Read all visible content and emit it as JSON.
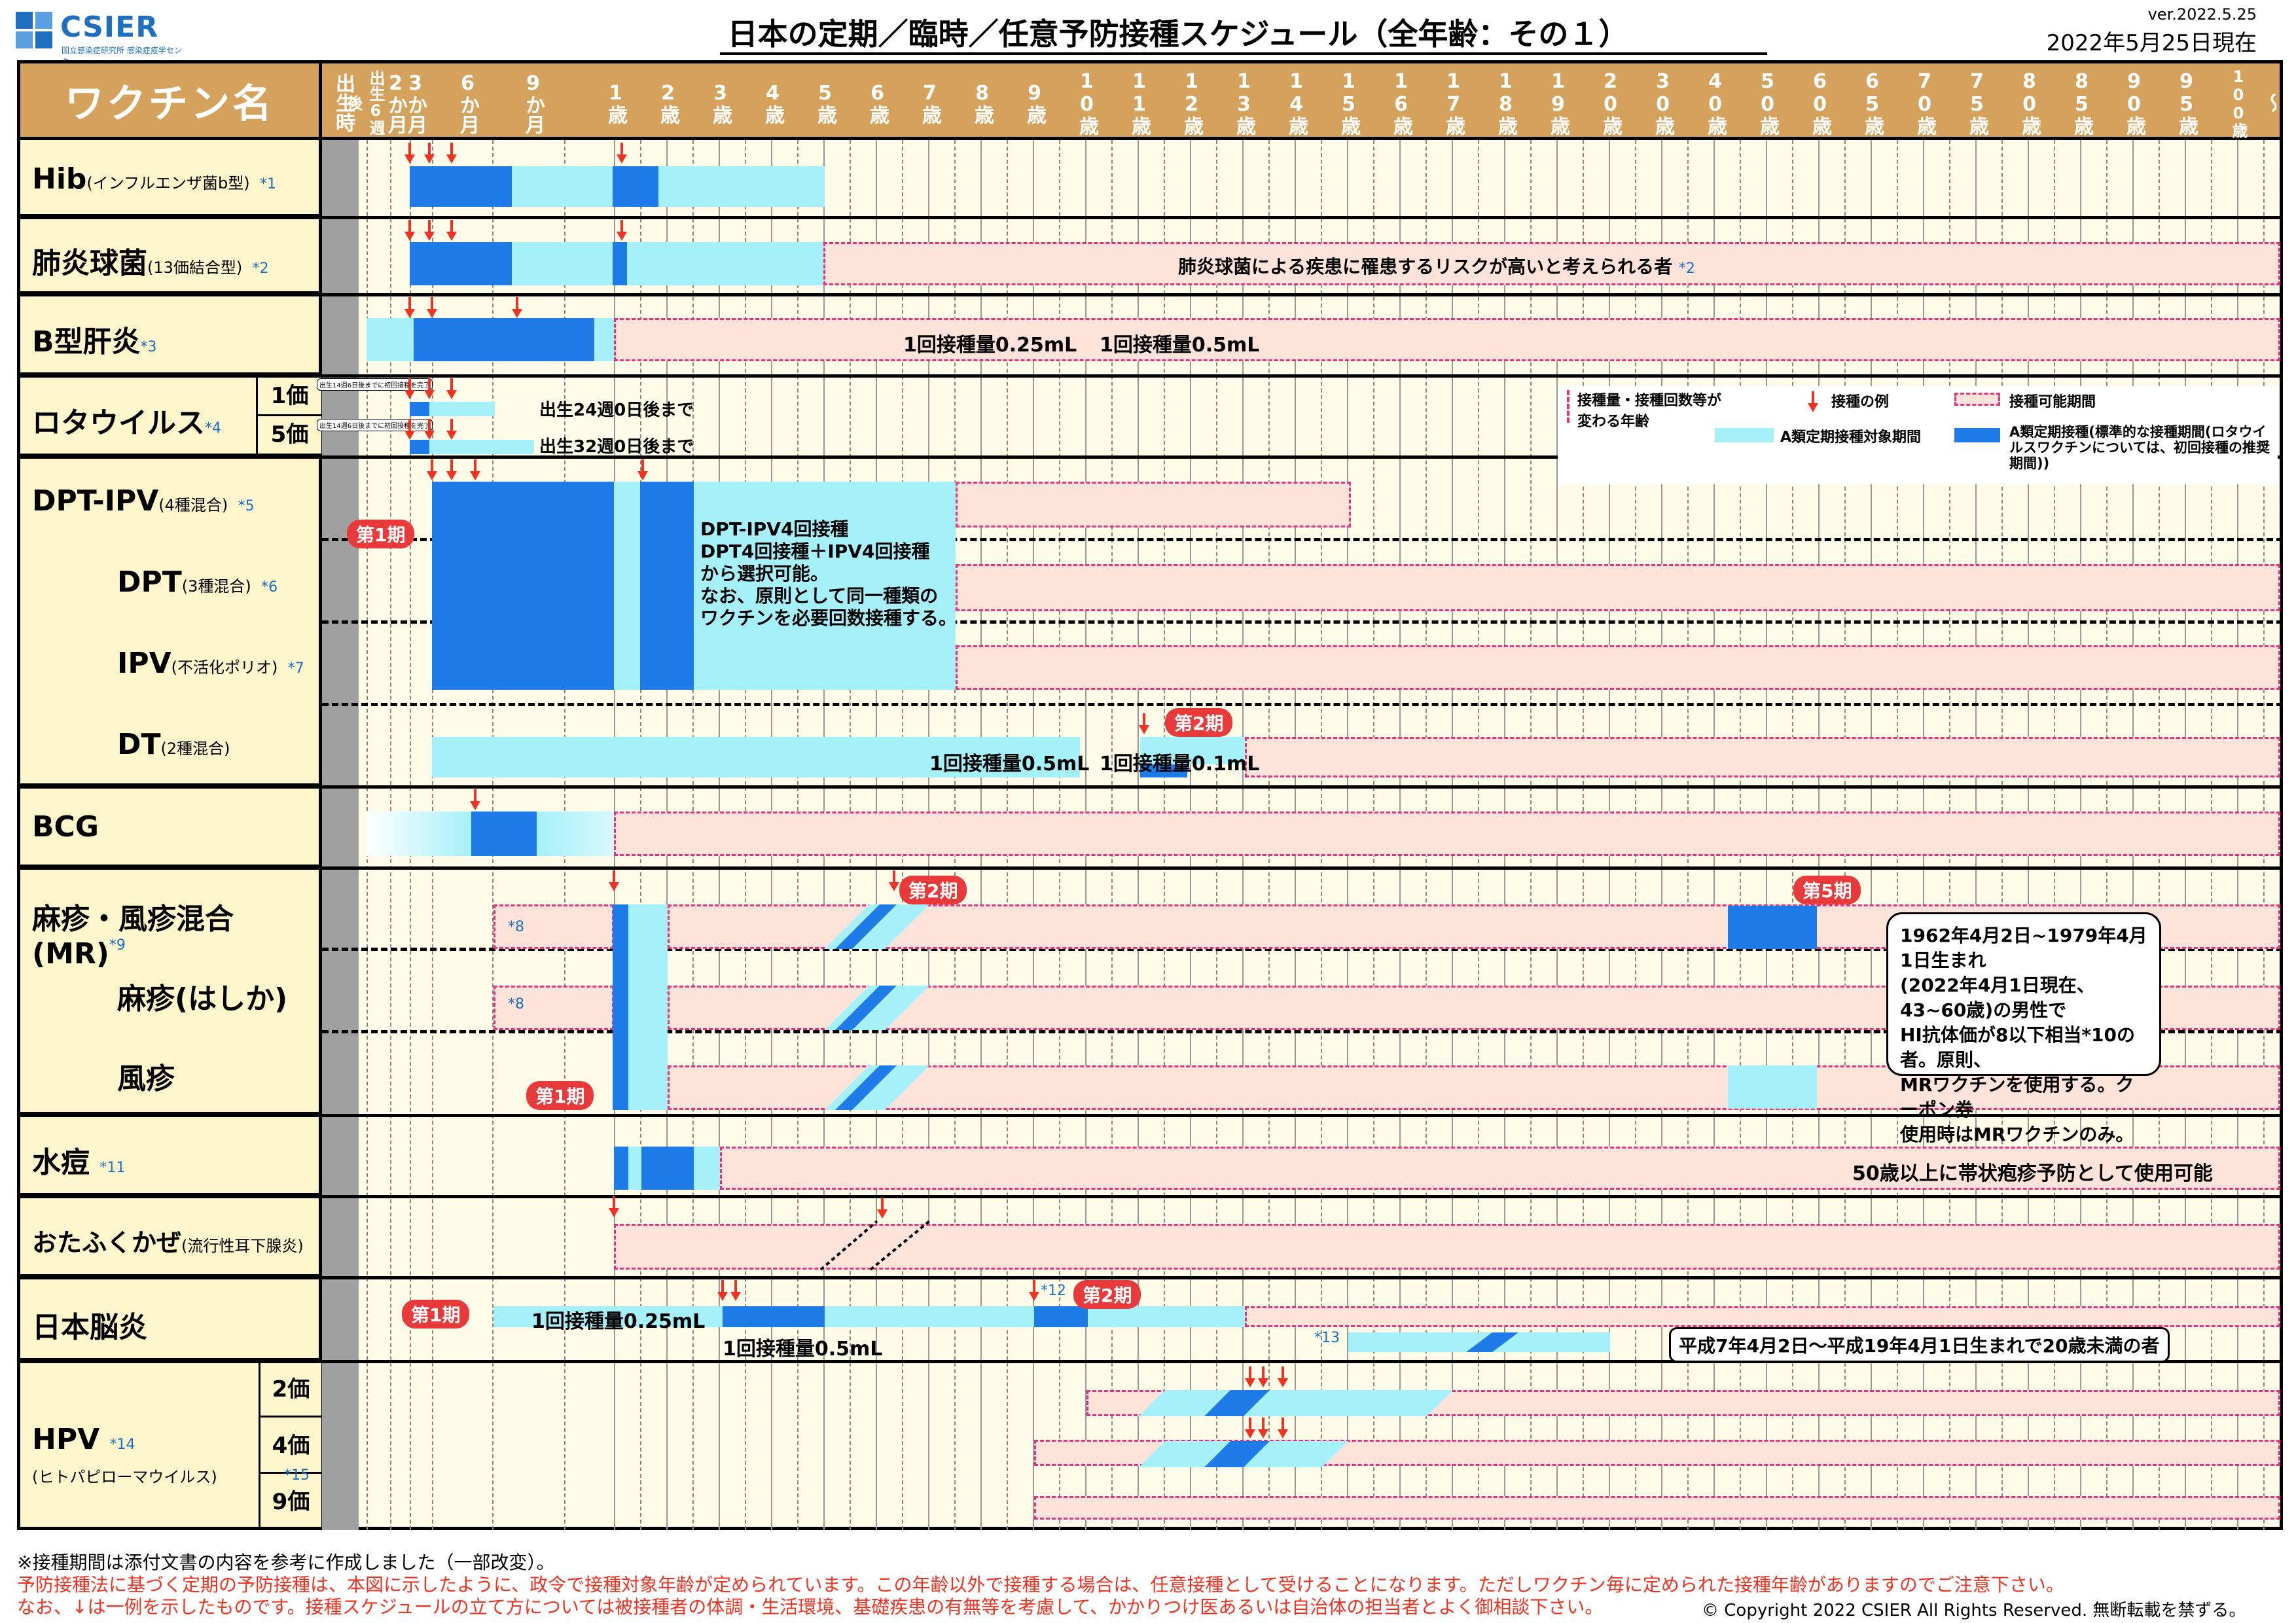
{
  "header": {
    "logo_text": "CSIER",
    "logo_sub": "国立感染症研究所 感染症疫学センター",
    "title": "日本の定期／臨時／任意予防接種スケジュール（全年齢：その１）",
    "version": "ver.2022.5.25",
    "as_of": "2022年5月25日現在"
  },
  "columns": {
    "name_header": "ワクチン名",
    "ages": [
      "出生時",
      "出生6週後",
      "2か月",
      "3か月",
      "6か月",
      "9か月",
      "1歳",
      "2歳",
      "3歳",
      "4歳",
      "5歳",
      "6歳",
      "7歳",
      "8歳",
      "9歳",
      "10歳",
      "11歳",
      "12歳",
      "13歳",
      "14歳",
      "15歳",
      "16歳",
      "17歳",
      "18歳",
      "19歳",
      "20歳",
      "30歳",
      "40歳",
      "50歳",
      "60歳",
      "65歳",
      "70歳",
      "75歳",
      "80歳",
      "85歳",
      "90歳",
      "95歳",
      "100歳",
      "〜"
    ]
  },
  "rows": {
    "hib": {
      "name": "Hib",
      "sub": "(インフルエンザ菌b型)",
      "note": "*1"
    },
    "pcv": {
      "name": "肺炎球菌",
      "sub": "(13価結合型)",
      "note": "*2",
      "bar_text": "肺炎球菌による疾患に罹患するリスクが高いと考えられる者",
      "bar_note": "*2"
    },
    "hepb": {
      "name": "B型肝炎",
      "note": "*3",
      "dose1": "1回接種量0.25mL",
      "dose2": "1回接種量0.5mL"
    },
    "rota": {
      "name": "ロタウイルス",
      "note": "*4",
      "v1": "1価",
      "v5": "5価",
      "end1": "出生24週0日後まで",
      "end5": "出生32週0日後まで",
      "mini": "出生14週6日後までに初回接種を完了"
    },
    "dptipv": {
      "name": "DPT-IPV",
      "sub": "(4種混合)",
      "note": "*5",
      "phase": "第1期",
      "text": [
        "DPT-IPV4回接種",
        "DPT4回接種＋IPV4回接種",
        "から選択可能。",
        "なお、原則として同一種類の",
        "ワクチンを必要回数接種する。"
      ]
    },
    "dpt": {
      "name": "DPT",
      "sub": "(3種混合)",
      "note": "*6"
    },
    "ipv": {
      "name": "IPV",
      "sub": "(不活化ポリオ)",
      "note": "*7"
    },
    "dt": {
      "name": "DT",
      "sub": "(2種混合)",
      "phase": "第2期",
      "dose1": "1回接種量0.5mL",
      "dose2": "1回接種量0.1mL"
    },
    "bcg": {
      "name": "BCG"
    },
    "mr": {
      "name": "麻疹・風疹混合(MR)",
      "note": "*9",
      "note8": "*8",
      "phase1": "第1期",
      "phase2": "第2期",
      "phase5": "第5期"
    },
    "measles": {
      "name": "麻疹(はしか)",
      "note8": "*8"
    },
    "rubella": {
      "name": "風疹"
    },
    "varicella": {
      "name": "水痘",
      "note": "*11",
      "text": "50歳以上に帯状疱疹予防として使用可能"
    },
    "mumps": {
      "name": "おたふくかぜ",
      "sub": "(流行性耳下腺炎)"
    },
    "je": {
      "name": "日本脳炎",
      "phase1": "第1期",
      "phase2": "第2期",
      "dose1": "1回接種量0.25mL",
      "dose2": "1回接種量0.5mL",
      "note12": "*12",
      "note13": "*13",
      "special": "平成7年4月2日〜平成19年4月1日生まれで20歳未満の者"
    },
    "hpv": {
      "name": "HPV",
      "sub": "(ヒトパピローマウイルス)",
      "note": "*14",
      "v2": "2価",
      "v4": "4価",
      "v9": "9価",
      "note15": "*15"
    }
  },
  "callout": [
    "1962年4月2日~1979年4月1日生まれ",
    "(2022年4月1日現在、43~60歳)の男性で",
    "HI抗体価が8以下相当*10の者。原則、",
    "MRワクチンを使用する。クーポン券",
    "使用時はMRワクチンのみ。"
  ],
  "legend": {
    "changes": "接種量・接種回数等が変わる年齢",
    "example": "接種の例",
    "possible": "接種可能期間",
    "target": "A類定期接種対象期間",
    "standard": "A類定期接種(標準的な接種期間(ロタウイルスワクチンについては、初回接種の推奨期間))"
  },
  "footer": {
    "line1": "※接種期間は添付文書の内容を参考に作成しました（一部改変）。",
    "line2": "予防接種法に基づく定期の予防接種は、本図に示したように、政令で接種対象年齢が定められています。この年齢以外で接種する場合は、任意接種として受けることになります。ただしワクチン毎に定められた接種年齢がありますのでご注意下さい。",
    "line3": "なお、↓は一例を示したものです。接種スケジュールの立て方については被接種者の体調・生活環境、基礎疾患の有無等を考慮して、かかりつけ医あるいは自治体の担当者とよく御相談下さい。",
    "copyright": "©  Copyright 2022 CSIER All Rights Reserved.  無断転載を禁ずる。"
  },
  "colors": {
    "standard": "#1f7be8",
    "target": "#a6f0fa",
    "possible": "#fde3da",
    "header": "#d4a25c",
    "label_bg": "#fdf5cc",
    "accent": "#e83a3a"
  }
}
